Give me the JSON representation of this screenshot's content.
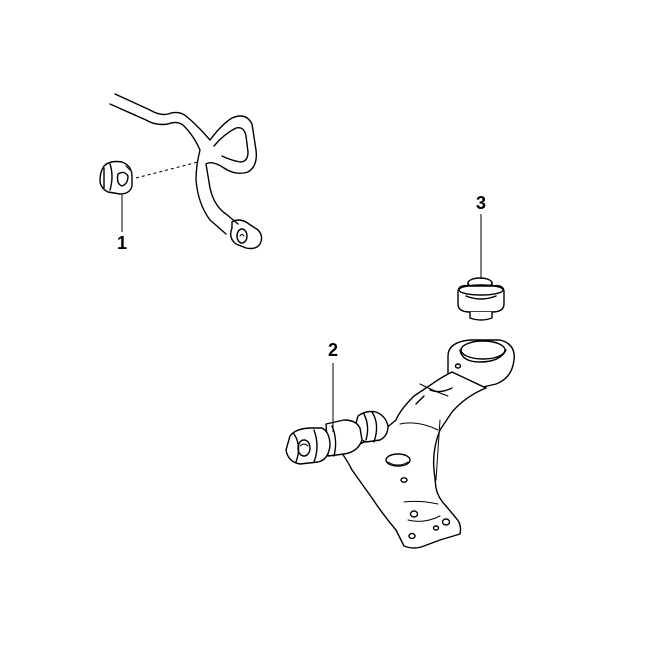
{
  "diagram": {
    "background": "#ffffff",
    "line_color": "#000000",
    "callouts": [
      {
        "id": "callout-1",
        "label": "1"
      },
      {
        "id": "callout-2",
        "label": "2"
      },
      {
        "id": "callout-3",
        "label": "3"
      }
    ],
    "parts": [
      {
        "name": "stabilizer-bar-bushing",
        "callout": "1"
      },
      {
        "name": "lower-control-arm",
        "callout": "2"
      },
      {
        "name": "control-arm-bushing",
        "callout": "3"
      }
    ]
  }
}
